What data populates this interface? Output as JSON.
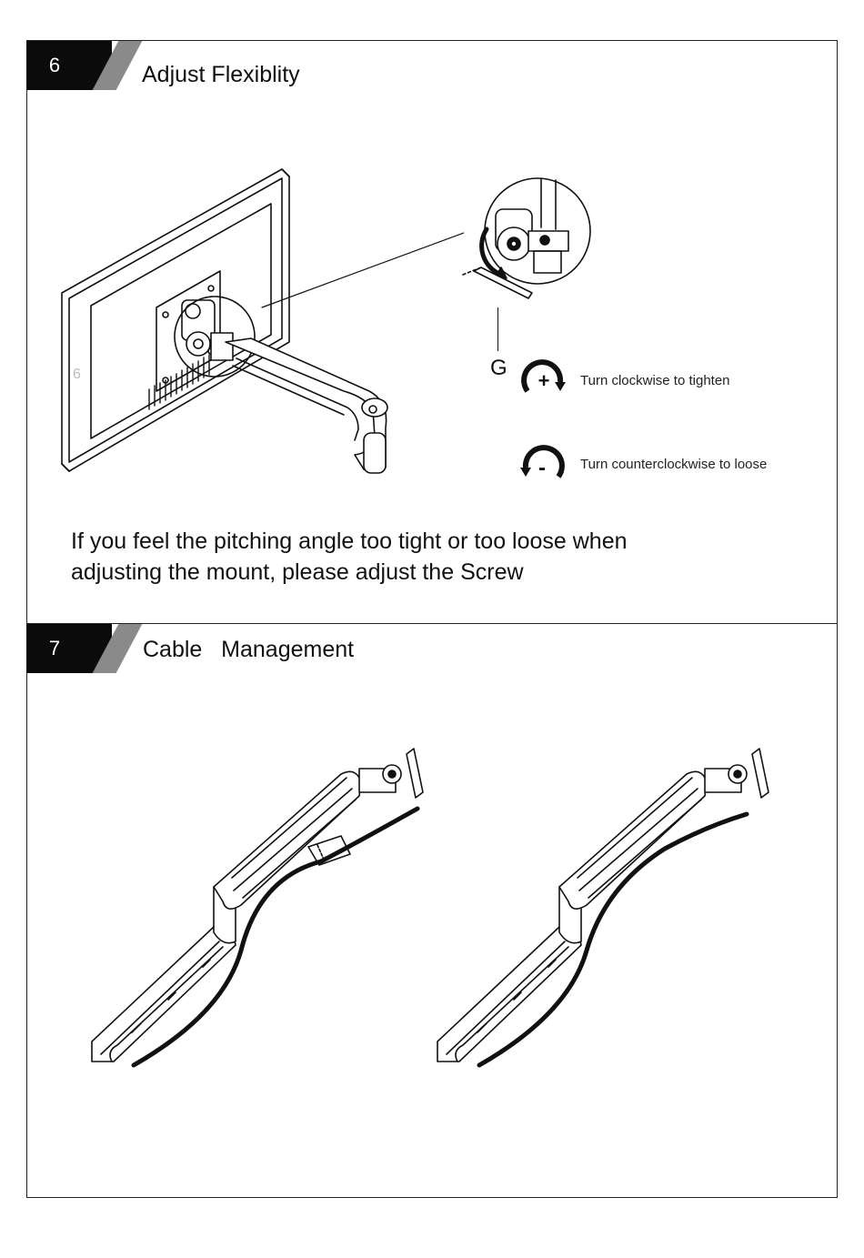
{
  "step6": {
    "number": "6",
    "title": "Adjust Flexiblity",
    "callout_label": "G",
    "monitor_marking": "6",
    "tighten": {
      "symbol": "+",
      "text": "Turn clockwise to tighten"
    },
    "loosen": {
      "symbol": "-",
      "text": "Turn counterclockwise to loose"
    },
    "instruction_line1": "If you feel the pitching angle too tight or too loose when",
    "instruction_line2": "adjusting the mount, please adjust the Screw"
  },
  "step7": {
    "number": "7",
    "title": "Cable   Management"
  }
}
